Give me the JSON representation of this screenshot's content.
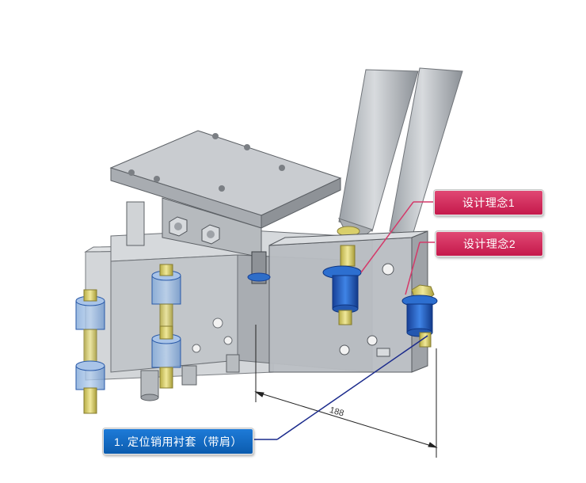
{
  "callouts": {
    "concept1": "设计理念1",
    "concept2": "设计理念2",
    "part1": "1. 定位销用衬套（带肩）"
  },
  "dimension": {
    "value": "188"
  },
  "colors": {
    "pink_callout": "#d42a5a",
    "blue_callout": "#156dc6",
    "pink_leader": "#d43a6a",
    "blue_leader": "#1a2a8c",
    "bushing_blue": "#1f5fc0",
    "pin_yellow": "#d8cf70",
    "steel_grey": "#b8bcc0"
  },
  "icons": [
    "bushing-icon",
    "hex-bolt-icon",
    "locating-pin-icon"
  ]
}
